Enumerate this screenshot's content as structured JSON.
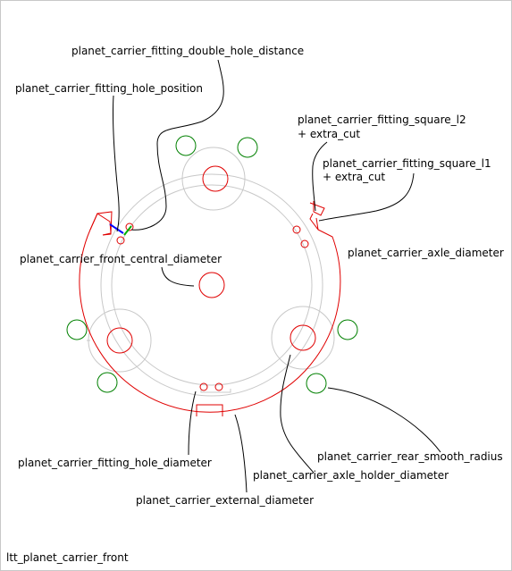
{
  "labels": {
    "double_hole_distance": "planet_carrier_fitting_double_hole_distance",
    "hole_position": "planet_carrier_fitting_hole_position",
    "square_l2": [
      "planet_carrier_fitting_square_l2",
      "+ extra_cut"
    ],
    "square_l1": [
      "planet_carrier_fitting_square_l1",
      "+ extra_cut"
    ],
    "axle_diameter": "planet_carrier_axle_diameter",
    "front_central_diameter": "planet_carrier_front_central_diameter",
    "fitting_hole_diameter": "planet_carrier_fitting_hole_diameter",
    "rear_smooth_radius": "planet_carrier_rear_smooth_radius",
    "axle_holder_diameter": "planet_carrier_axle_holder_diameter",
    "external_diameter": "planet_carrier_external_diameter"
  },
  "caption": "ltt_planet_carrier_front",
  "colors": {
    "outline": "#e00000",
    "construction": "#c8c8c8",
    "smoothing_circles": "#008000",
    "hole_position_marker": "#0000ff",
    "hole_distance_marker": "#00b000",
    "leader": "#000000"
  }
}
